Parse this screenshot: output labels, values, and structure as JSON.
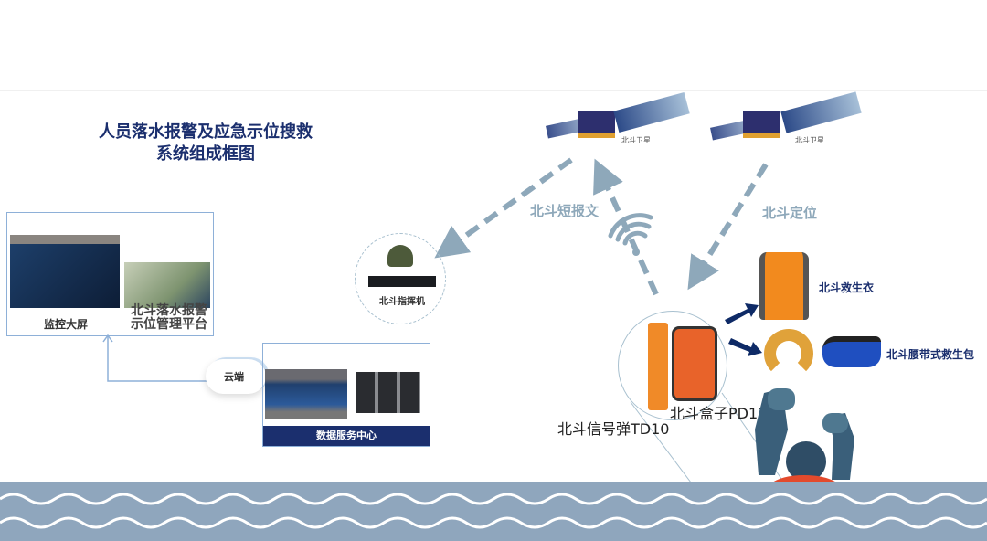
{
  "title": {
    "line1": "人员落水报警及应急示位搜救",
    "line2": "系统组成框图"
  },
  "monitor": {
    "screen_label": "监控大屏",
    "platform_line1": "北斗落水报警",
    "platform_line2": "示位管理平台"
  },
  "cloud": {
    "label": "云端"
  },
  "datacenter": {
    "label": "数据服务中心"
  },
  "commander": {
    "label": "北斗指挥机"
  },
  "satellites": [
    {
      "label": "北斗卫星"
    },
    {
      "label": "北斗卫星"
    }
  ],
  "links": {
    "short_message": "北斗短报文",
    "positioning": "北斗定位"
  },
  "devices": {
    "beacon": "北斗信号弹TD10",
    "box": "北斗盒子PD17"
  },
  "accessories": {
    "lifejacket": "北斗救生衣",
    "beltbag": "北斗腰带式救生包"
  },
  "colors": {
    "navy": "#1b2f6e",
    "arrow_gray": "#8ea8ba",
    "water": "#8fa6bd",
    "orange": "#e8632a"
  }
}
